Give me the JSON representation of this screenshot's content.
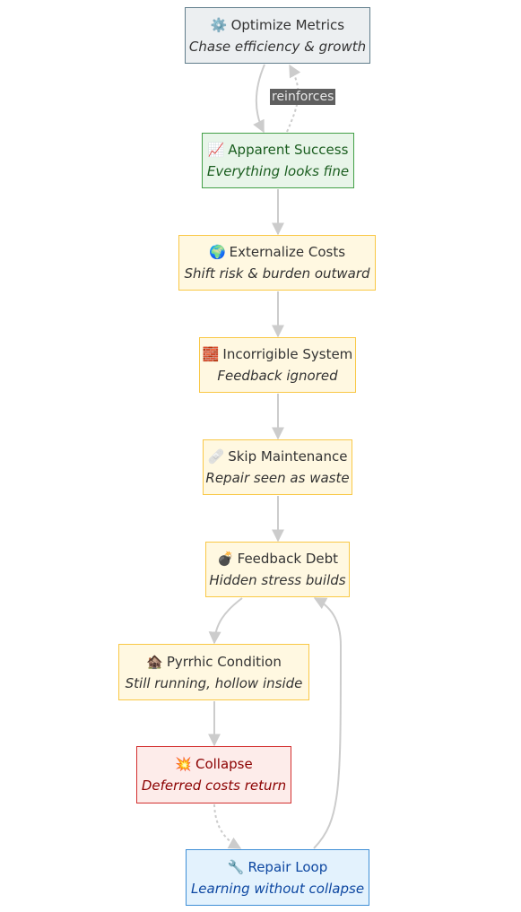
{
  "colors": {
    "gray_fill": "#eceff1",
    "gray_border": "#607d8b",
    "green_fill": "#e8f5e9",
    "green_border": "#43a047",
    "green_text": "#1b5e20",
    "yellow_fill": "#fff8e1",
    "yellow_border": "#f9c846",
    "red_fill": "#fdecea",
    "red_border": "#d32f2f",
    "red_text": "#8b0000",
    "blue_fill": "#e3f2fd",
    "blue_border": "#3f8fd6",
    "blue_text": "#0d47a1",
    "edge": "#cccccc"
  },
  "nodes": [
    {
      "id": "optimize",
      "icon": "⚙️",
      "icon_name": "gear-icon",
      "title": "Optimize Metrics",
      "subtitle": "Chase efficiency & growth",
      "style": "gray"
    },
    {
      "id": "success",
      "icon": "📈",
      "icon_name": "chart-up-icon",
      "title": "Apparent Success",
      "subtitle": "Everything looks fine",
      "style": "green"
    },
    {
      "id": "externalize",
      "icon": "🌍",
      "icon_name": "globe-icon",
      "title": "Externalize Costs",
      "subtitle": "Shift risk & burden outward",
      "style": "yellow"
    },
    {
      "id": "incorrigible",
      "icon": "🧱",
      "icon_name": "brick-icon",
      "title": "Incorrigible System",
      "subtitle": "Feedback ignored",
      "style": "yellow"
    },
    {
      "id": "maintenance",
      "icon": "🩹",
      "icon_name": "bandage-icon",
      "title": "Skip Maintenance",
      "subtitle": "Repair seen as waste",
      "style": "yellow"
    },
    {
      "id": "debt",
      "icon": "💣",
      "icon_name": "bomb-icon",
      "title": "Feedback Debt",
      "subtitle": "Hidden stress builds",
      "style": "yellow"
    },
    {
      "id": "pyrrhic",
      "icon": "🏚️",
      "icon_name": "derelict-house-icon",
      "title": "Pyrrhic Condition",
      "subtitle": "Still running, hollow inside",
      "style": "yellow"
    },
    {
      "id": "collapse",
      "icon": "💥",
      "icon_name": "explosion-icon",
      "title": "Collapse",
      "subtitle": "Deferred costs return",
      "style": "red"
    },
    {
      "id": "repair",
      "icon": "🔧",
      "icon_name": "wrench-icon",
      "title": "Repair Loop",
      "subtitle": "Learning without collapse",
      "style": "blue"
    }
  ],
  "edges": [
    {
      "from": "optimize",
      "to": "success",
      "style": "solid",
      "label": ""
    },
    {
      "from": "success",
      "to": "optimize",
      "style": "dotted",
      "label": "reinforces"
    },
    {
      "from": "success",
      "to": "externalize",
      "style": "solid",
      "label": ""
    },
    {
      "from": "externalize",
      "to": "incorrigible",
      "style": "solid",
      "label": ""
    },
    {
      "from": "incorrigible",
      "to": "maintenance",
      "style": "solid",
      "label": ""
    },
    {
      "from": "maintenance",
      "to": "debt",
      "style": "solid",
      "label": ""
    },
    {
      "from": "debt",
      "to": "pyrrhic",
      "style": "solid",
      "label": ""
    },
    {
      "from": "pyrrhic",
      "to": "collapse",
      "style": "solid",
      "label": ""
    },
    {
      "from": "collapse",
      "to": "repair",
      "style": "dotted",
      "label": ""
    },
    {
      "from": "repair",
      "to": "debt",
      "style": "solid",
      "label": ""
    }
  ]
}
